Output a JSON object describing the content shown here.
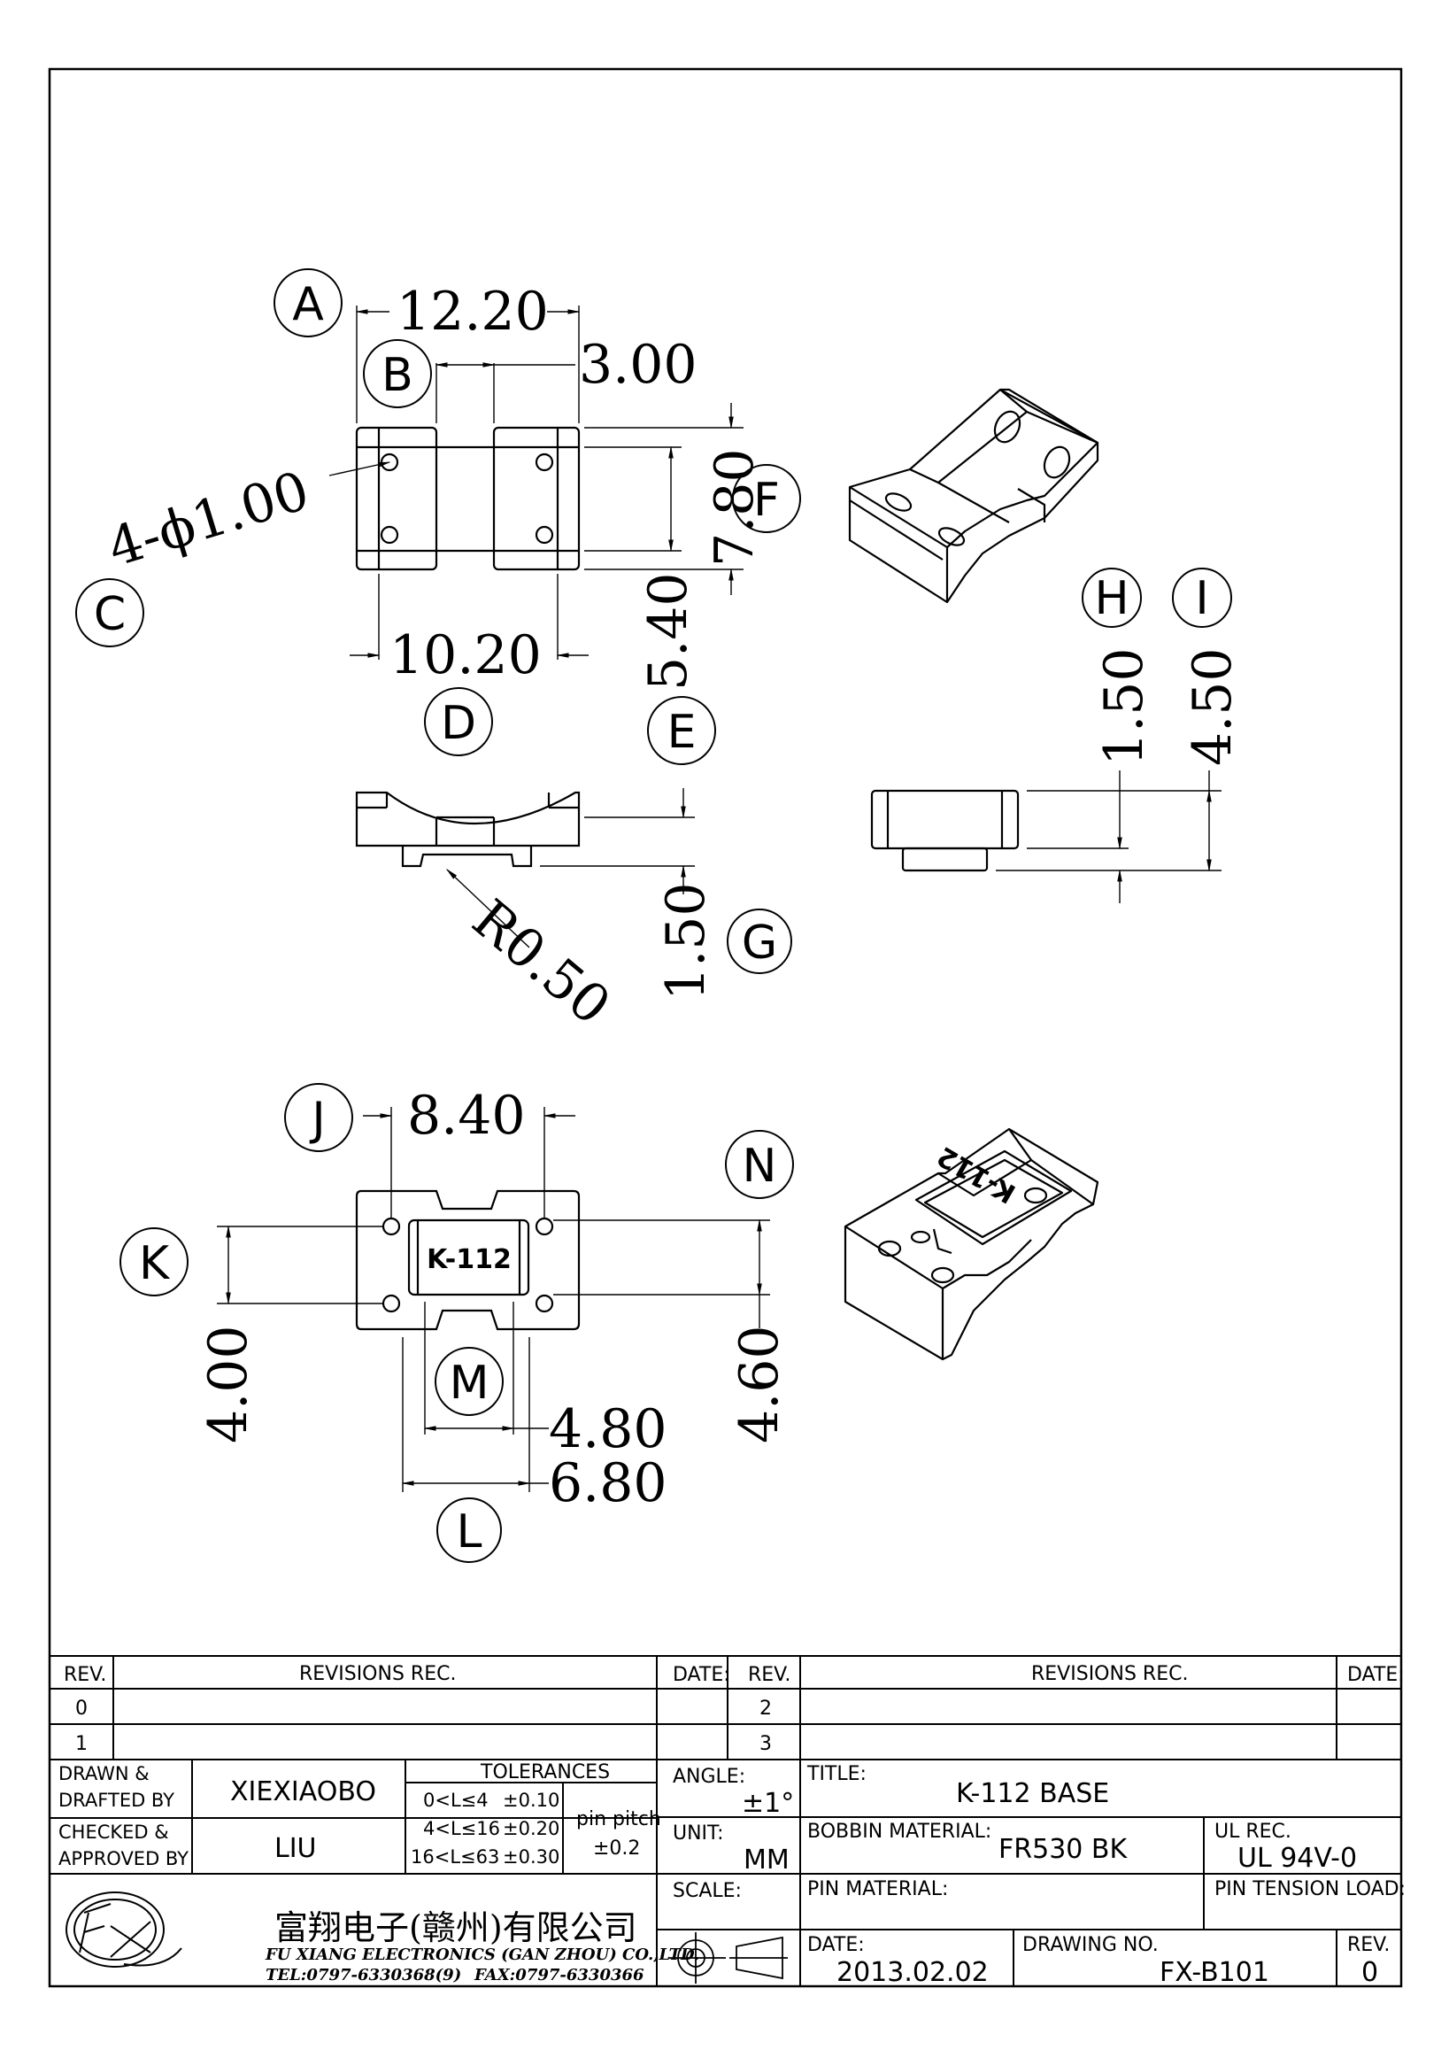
{
  "dimensions": {
    "d_12_20": "12.20",
    "d_3_00": "3.00",
    "d_4_phi": "4-ϕ1.00",
    "d_7_80": "7.80",
    "d_10_20": "10.20",
    "d_5_40": "5.40",
    "d_1_50_h": "1.50",
    "d_4_50": "4.50",
    "d_1_50_g": "1.50",
    "d_r0_50": "R0.50",
    "d_8_40": "8.40",
    "d_4_00": "4.00",
    "d_4_60": "4.60",
    "d_4_80": "4.80",
    "d_6_80": "6.80"
  },
  "bubbles": {
    "A": "A",
    "B": "B",
    "C": "C",
    "D": "D",
    "E": "E",
    "F": "F",
    "G": "G",
    "H": "H",
    "I": "I",
    "J": "J",
    "K": "K",
    "L": "L",
    "M": "M",
    "N": "N"
  },
  "part_marking": "K-112",
  "title_block": {
    "rev_label": "REV.",
    "revisions_rec_label": "REVISIONS   REC.",
    "date_label": "DATE:",
    "rev_rows_left": [
      "0",
      "1"
    ],
    "rev_rows_right": [
      "2",
      "3"
    ],
    "drawn_label_1": "DRAWN  &",
    "drawn_label_2": "DRAFTED  BY",
    "drawn_value": "XIEXIAOBO",
    "checked_label_1": "CHECKED  &",
    "checked_label_2": "APPROVED  BY",
    "checked_value": "LIU",
    "tolerances_label": "TOLERANCES",
    "tol_rows": [
      {
        "range": "0<L≤4",
        "value": "±0.10"
      },
      {
        "range": "4<L≤16",
        "value": "±0.20"
      },
      {
        "range": "16<L≤63",
        "value": "±0.30"
      }
    ],
    "pin_pitch_label": "pin  pitch",
    "pin_pitch_value": "±0.2",
    "angle_label": "ANGLE:",
    "angle_value": "±1°",
    "unit_label": "UNIT:",
    "unit_value": "MM",
    "scale_label": "SCALE:",
    "title_label": "TITLE:",
    "title_value": "K-112    BASE",
    "bobbin_material_label": "BOBBIN  MATERIAL:",
    "bobbin_material_value": "FR530  BK",
    "ul_rec_label": "UL  REC.",
    "ul_rec_value": "UL  94V-0",
    "pin_material_label": "PIN  MATERIAL:",
    "pin_tension_label": "PIN  TENSION  LOAD:",
    "date_value_label": "DATE:",
    "date_value": "2013.02.02",
    "drawing_no_label": "DRAWING  NO.",
    "drawing_no_value": "FX-B101",
    "rev_value_label": "REV.",
    "rev_value": "0",
    "company_cn": "富翔电子(赣州)有限公司",
    "company_en": "FU XIANG ELECTRONICS (GAN ZHOU) CO.,LTD.",
    "tel": "TEL:0797-6330368(9)",
    "fax": "FAX:0797-6330366"
  }
}
